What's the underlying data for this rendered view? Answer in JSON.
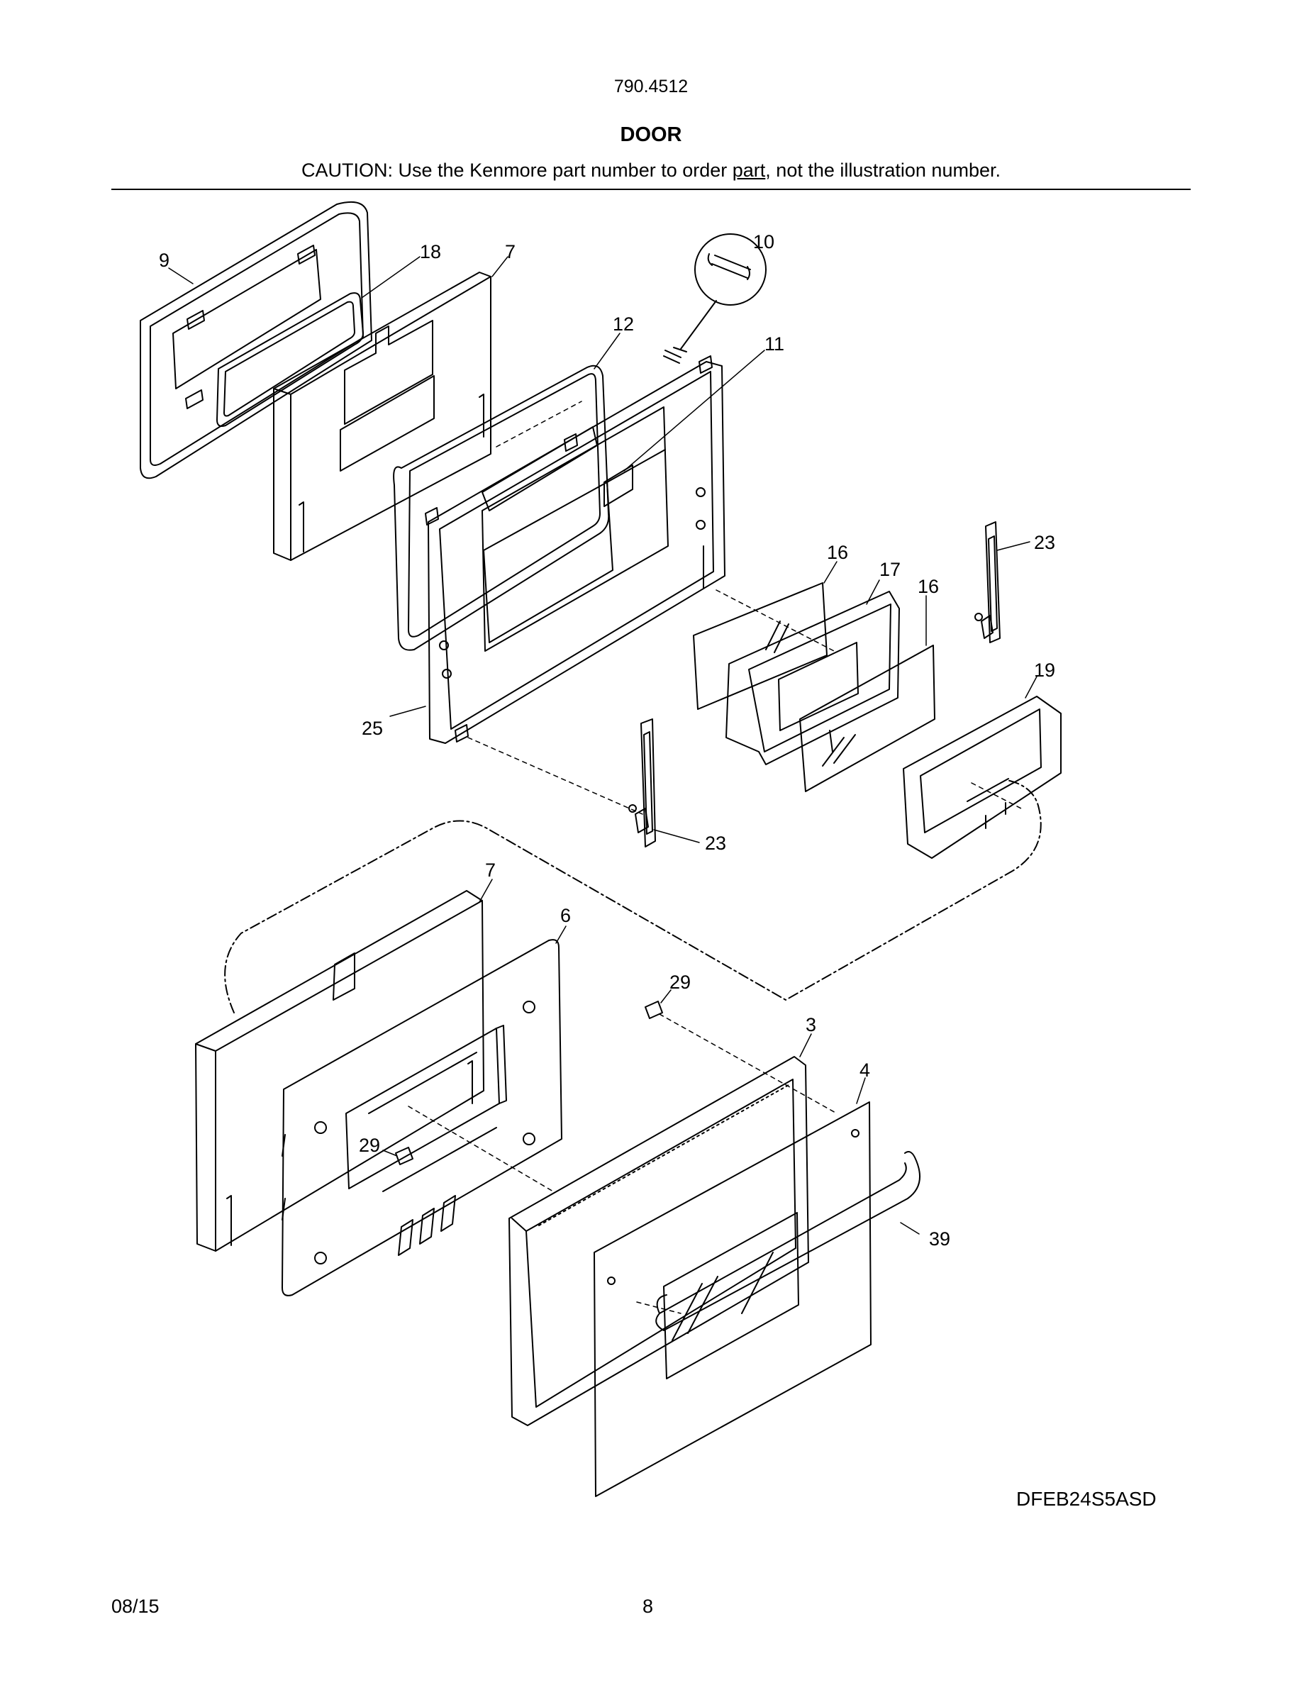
{
  "header": {
    "model": "790.4512",
    "title": "DOOR",
    "caution_pre": "CAUTION: Use the Kenmore part number to order ",
    "caution_link": "part",
    "caution_post": ", not the illustration number."
  },
  "callouts": {
    "c9": "9",
    "c18": "18",
    "c7a": "7",
    "c10": "10",
    "c12": "12",
    "c11": "11",
    "c23a": "23",
    "c16a": "16",
    "c17": "17",
    "c16b": "16",
    "c19": "19",
    "c25": "25",
    "c23b": "23",
    "c7b": "7",
    "c6": "6",
    "c29a": "29",
    "c3": "3",
    "c4": "4",
    "c29b": "29",
    "c39": "39"
  },
  "footer": {
    "diagram_code": "DFEB24S5ASD",
    "date": "08/15",
    "page": "8"
  },
  "colors": {
    "ink": "#000000",
    "paper": "#ffffff"
  }
}
